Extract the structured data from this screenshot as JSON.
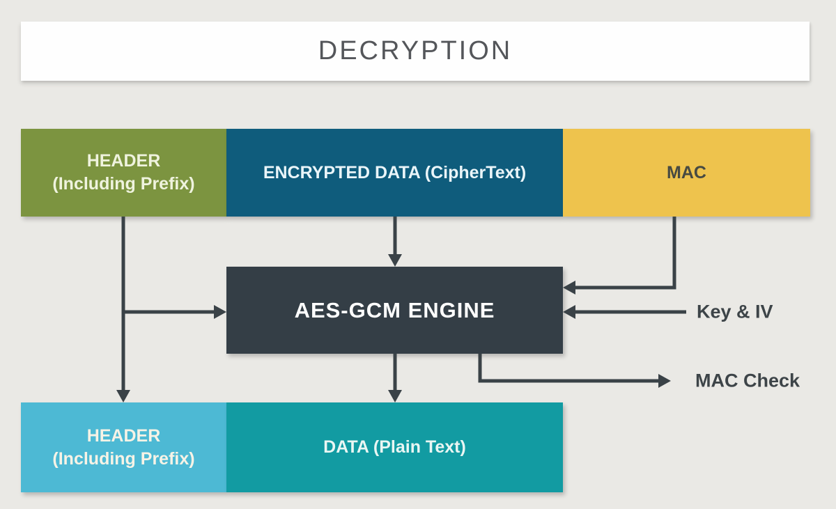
{
  "title_bar": {
    "label": "DECRYPTION"
  },
  "blocks": {
    "header_top": {
      "line1": "HEADER",
      "line2": "(Including Prefix)",
      "color": "#7c9440"
    },
    "encrypted_data": {
      "label": "ENCRYPTED DATA (CipherText)",
      "color": "#0f5c7c"
    },
    "mac": {
      "label": "MAC",
      "color": "#eec34d"
    },
    "engine": {
      "label": "AES-GCM ENGINE",
      "color": "#343e46"
    },
    "header_bottom": {
      "line1": "HEADER",
      "line2": "(Including Prefix)",
      "color": "#4db9d4"
    },
    "data_plain": {
      "label": "DATA (Plain Text)",
      "color": "#129ba2"
    }
  },
  "annotations": {
    "key_iv": "Key & IV",
    "mac_check": "MAC Check"
  },
  "style": {
    "background_color": "#eae9e5",
    "arrow_color": "#3a4247",
    "title_text_color": "#54565a"
  }
}
